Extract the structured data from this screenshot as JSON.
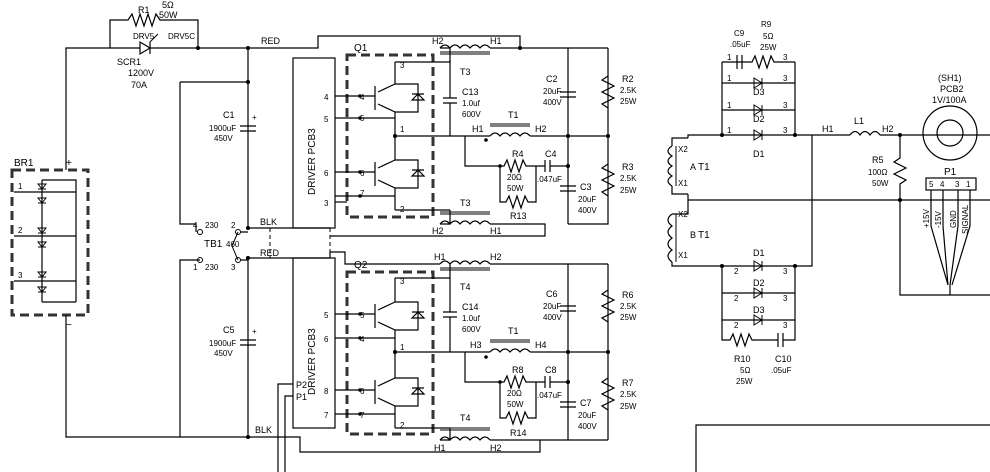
{
  "labels": {
    "r1": "R1",
    "r1v": "5Ω",
    "r1w": "50W",
    "drv5": "DRV5",
    "drv5c": "DRV5C",
    "scr1": "SCR1",
    "scr1v": "1200V",
    "scr1a": "70A",
    "red": "RED",
    "blk": "BLK",
    "br1": "BR1",
    "plus": "+",
    "minus": "−",
    "n1": "1",
    "n2": "2",
    "n3": "3",
    "n4": "4",
    "n5": "5",
    "n6": "6",
    "n7": "7",
    "n8": "8",
    "c1": "C1",
    "c1v": "1900uF",
    "c1vv": "450V",
    "c5": "C5",
    "c5v": "1900uF",
    "c5vv": "450V",
    "tb1": "TB1",
    "v230": "230",
    "v460": "460",
    "driver": "DRIVER PCB3",
    "p1": "P1",
    "p2": "P2",
    "q1": "Q1",
    "q2": "Q2",
    "h1": "H1",
    "h2": "H2",
    "h3": "H3",
    "h4": "H4",
    "t1": "T1",
    "t3": "T3",
    "t4": "T4",
    "c13": "C13",
    "c13v": "1.0uf",
    "c13vv": "600V",
    "c14": "C14",
    "c14v": "1.0uf",
    "c14vv": "600V",
    "r4": "R4",
    "r4v": "20Ω",
    "r4w": "50W",
    "r8": "R8",
    "r8v": "20Ω",
    "r8w": "50W",
    "c4": "C4",
    "c4v": ".047uF",
    "c8": "C8",
    "c8v": ".047uF",
    "r13": "R13",
    "r14": "R14",
    "c2": "C2",
    "c2v": "20uF",
    "c2vv": "400V",
    "c3": "C3",
    "c3v": "20uF",
    "c3vv": "400V",
    "c6": "C6",
    "c6v": "20uF",
    "c6vv": "400V",
    "c7": "C7",
    "c7v": "20uF",
    "c7vv": "400V",
    "r2": "R2",
    "r2v": "2.5K",
    "r2w": "25W",
    "r3": "R3",
    "r3v": "2.5K",
    "r3w": "25W",
    "r6": "R6",
    "r6v": "2.5K",
    "r6w": "25W",
    "r7": "R7",
    "r7v": "2.5K",
    "r7w": "25W",
    "x1": "X1",
    "x2": "X2",
    "a": "A",
    "b": "B",
    "c9": "C9",
    "c9v": ".05uF",
    "r9": "R9",
    "r9v": "5Ω",
    "r9w": "25W",
    "c10": "C10",
    "c10v": ".05uF",
    "r10": "R10",
    "r10v": "5Ω",
    "r10w": "25W",
    "d1": "D1",
    "d2": "D2",
    "d3": "D3",
    "l1": "L1",
    "r5": "R5",
    "r5v": "100Ω",
    "r5w": "50W",
    "sh1": "(SH1)",
    "pcb2": "PCB2",
    "pcb2v": "1V/100A",
    "pin_p1": "P1",
    "p15": "+15V",
    "m15": "-15V",
    "gnd": "GND",
    "signal": "SIGNAL"
  }
}
